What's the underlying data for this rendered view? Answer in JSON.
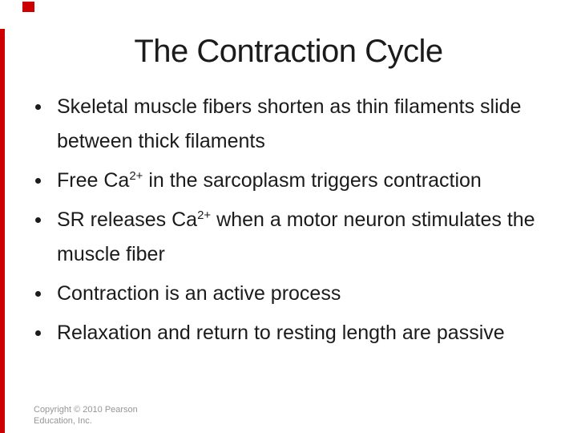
{
  "slide": {
    "title": "The Contraction Cycle",
    "bullets": [
      {
        "segments": [
          {
            "type": "text",
            "value": "Skeletal muscle fibers shorten as thin filaments slide between thick filaments"
          }
        ]
      },
      {
        "segments": [
          {
            "type": "text",
            "value": "Free Ca"
          },
          {
            "type": "sup",
            "value": "2+"
          },
          {
            "type": "text",
            "value": " in the sarcoplasm triggers contraction"
          }
        ]
      },
      {
        "segments": [
          {
            "type": "text",
            "value": "SR releases Ca"
          },
          {
            "type": "sup",
            "value": "2+"
          },
          {
            "type": "text",
            "value": " when a motor neuron stimulates the muscle fiber"
          }
        ]
      },
      {
        "segments": [
          {
            "type": "text",
            "value": "Contraction is an active process"
          }
        ]
      },
      {
        "segments": [
          {
            "type": "text",
            "value": "Relaxation and return to resting length are passive"
          }
        ]
      }
    ],
    "footer": {
      "line1": "Copyright © 2010 Pearson",
      "line2": "Education, Inc."
    },
    "colors": {
      "accent_red": "#cc0000",
      "text": "#1b1b1b",
      "footer_gray": "#969696"
    }
  }
}
